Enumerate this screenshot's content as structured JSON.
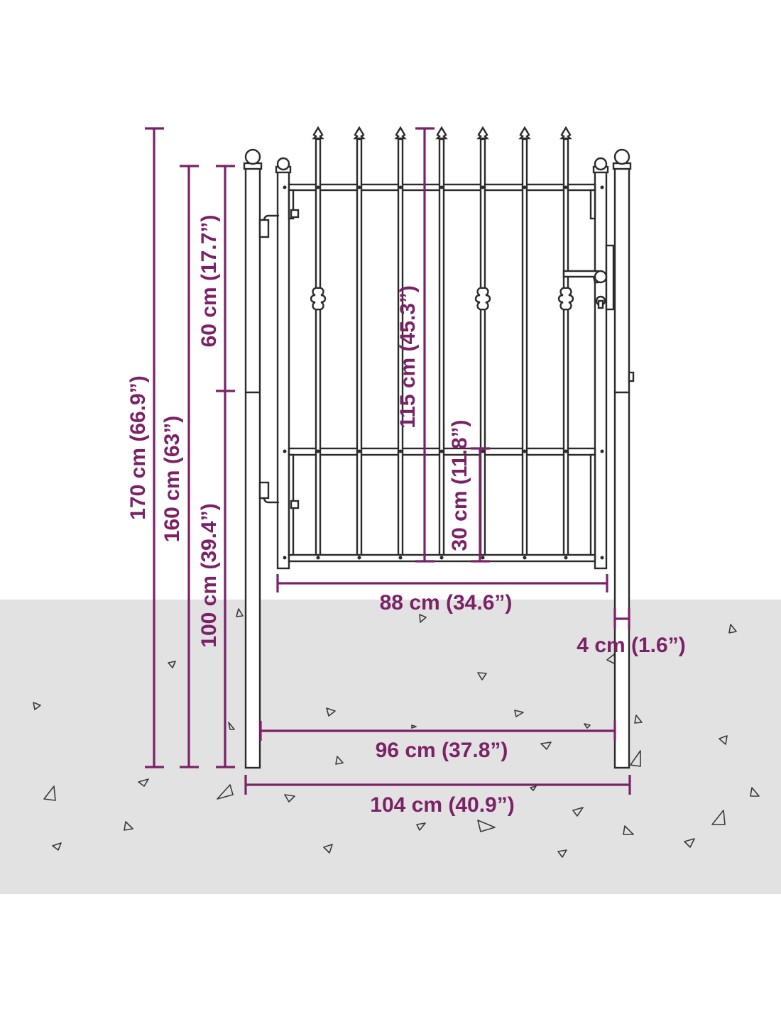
{
  "colors": {
    "dimension": "#7b2267",
    "ground": "#e2e2e2",
    "gate_stroke": "#2b2b2b",
    "background": "#ffffff"
  },
  "dimensions": {
    "total_height": "170 cm (66.9”)",
    "post_height": "160 cm (63”)",
    "upper_section": "60 cm (17.7”)",
    "lower_section": "100 cm (39.4”)",
    "gate_height": "115 cm (45.3”)",
    "bottom_panel": "30 cm (11.8”)",
    "gate_width": "88 cm (34.6”)",
    "post_width": "4 cm (1.6”)",
    "inner_width": "96 cm (37.8”)",
    "total_width": "104 cm (40.9”)"
  },
  "icons": [
    "gate-handle-icon",
    "lock-icon",
    "hinge-icon",
    "spear-finial-icon",
    "ball-cap-icon"
  ]
}
